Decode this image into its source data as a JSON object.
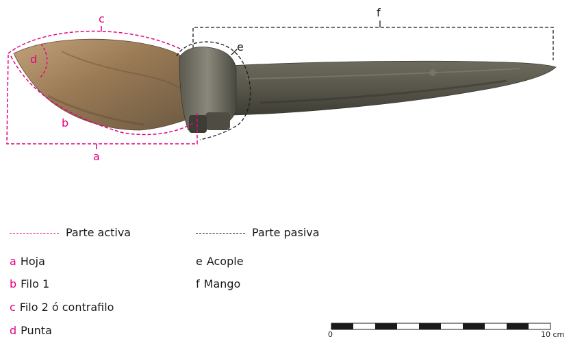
{
  "labels": {
    "a": "a",
    "b": "b",
    "c": "c",
    "d": "d",
    "e": "e",
    "f": "f"
  },
  "legend": {
    "active": "Parte activa",
    "passive": "Parte pasiva",
    "items_left": [
      {
        "letter": "a",
        "text": "Hoja"
      },
      {
        "letter": "b",
        "text": "Filo 1"
      },
      {
        "letter": "c",
        "text": "Filo 2 ó contrafilo"
      },
      {
        "letter": "d",
        "text": "Punta"
      }
    ],
    "items_right": [
      {
        "letter": "e",
        "text": "Acople"
      },
      {
        "letter": "f",
        "text": "Mango"
      }
    ]
  },
  "scale": {
    "start": "0",
    "end": "10 cm"
  },
  "colors": {
    "active": "#e5007e",
    "passive": "#1a1a1a",
    "blade": "#9a7a55",
    "handle": "#5e5a4c"
  }
}
